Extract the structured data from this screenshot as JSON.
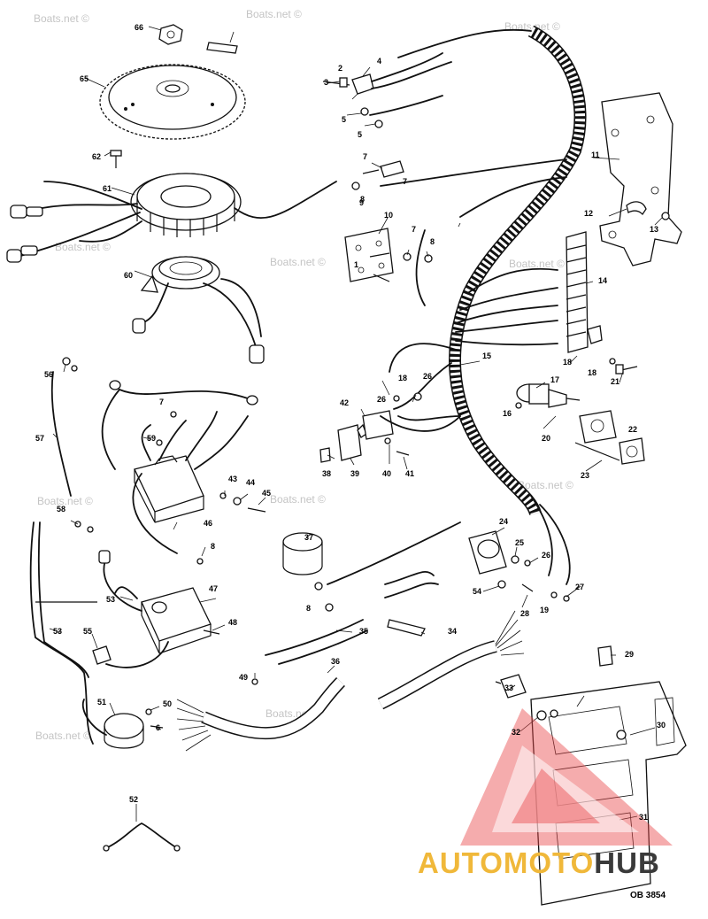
{
  "diagram": {
    "drawing_code": "OB 3854",
    "watermark_text": "Boats.net ©",
    "logo_text": {
      "part1": "AUTOMOTO",
      "part2": "HUB"
    },
    "colors": {
      "ink": "#111111",
      "logo_red": "#e8484a",
      "logo_orange": "#f0b83a",
      "logo_dark": "#3a3a3a",
      "watermark": "#c4c4c4"
    },
    "callouts": [
      "1",
      "2",
      "3",
      "4",
      "5",
      "5",
      "6",
      "7",
      "7",
      "7",
      "7",
      "8",
      "8",
      "8",
      "8",
      "9",
      "10",
      "11",
      "12",
      "13",
      "14",
      "15",
      "16",
      "17",
      "18",
      "18",
      "18",
      "19",
      "20",
      "21",
      "22",
      "23",
      "24",
      "25",
      "26",
      "26",
      "26",
      "27",
      "28",
      "29",
      "30",
      "31",
      "32",
      "33",
      "34",
      "35",
      "36",
      "37",
      "38",
      "39",
      "40",
      "41",
      "42",
      "43",
      "44",
      "45",
      "46",
      "47",
      "48",
      "49",
      "50",
      "51",
      "52",
      "53",
      "53",
      "54",
      "55",
      "56",
      "57",
      "58",
      "59",
      "60",
      "61",
      "62",
      "65",
      "66"
    ]
  }
}
